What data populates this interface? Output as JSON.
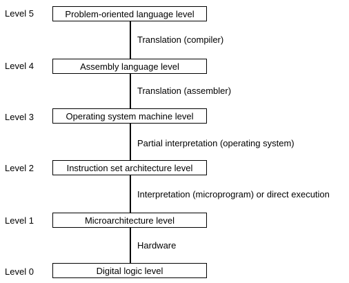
{
  "levels": [
    {
      "level": "Level 5",
      "name": "Problem-oriented language level"
    },
    {
      "level": "Level 4",
      "name": "Assembly language level"
    },
    {
      "level": "Level 3",
      "name": "Operating system machine level"
    },
    {
      "level": "Level 2",
      "name": "Instruction set architecture level"
    },
    {
      "level": "Level 1",
      "name": "Microarchitecture level"
    },
    {
      "level": "Level 0",
      "name": "Digital logic level"
    }
  ],
  "connections": [
    "Translation (compiler)",
    "Translation (assembler)",
    "Partial interpretation (operating system)",
    "Interpretation (microprogram) or direct execution",
    "Hardware"
  ]
}
